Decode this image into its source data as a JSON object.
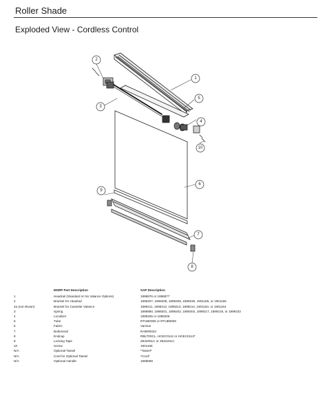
{
  "header": {
    "title": "Roller Shade",
    "subtitle": "Exploded View - Cordless Control"
  },
  "diagram": {
    "callouts": [
      "1",
      "2",
      "3",
      "4",
      "5",
      "6",
      "7",
      "8",
      "9",
      "10"
    ]
  },
  "parts_table": {
    "headers": [
      "",
      "MSRP Part Description",
      "SAP Description"
    ],
    "rows": [
      [
        "1",
        "Headrail (Standard or No Valance Options)",
        "1898876 or 1898877"
      ],
      [
        "2",
        "Bracket for Headrail",
        "1899207, 1899208, 1899209, 1899230, 1901165, or 1901166"
      ],
      [
        "2a (not shown)",
        "Bracket for Cassette Valance",
        "1899211, 1899212, 1899213, 1899214, 1901163, or 1901164"
      ],
      [
        "3",
        "Spring",
        "1898880, 1899201, 1899202, 1899204, 1899217, 1899218, or 1899233"
      ],
      [
        "4",
        "Localizer",
        "1899205 or 1899206"
      ],
      [
        "5",
        "Tube",
        "RTUB0005 or RTUB0006"
      ],
      [
        "6",
        "Fabric",
        "Various"
      ],
      [
        "7",
        "Bottomrail",
        "RABR0034"
      ],
      [
        "8",
        "Endcap",
        "RBLT00CL, HGEC0112 or HGEC0113*"
      ],
      [
        "9",
        "Locking Tape",
        "Z82200LC or Z82220LC"
      ],
      [
        "10",
        "Screw",
        "1901168"
      ],
      [
        "N/A",
        "Optional Tassel",
        "*Tassel*"
      ],
      [
        "N/A",
        "Cord for Optional Tassel",
        "*Cord*"
      ],
      [
        "N/A",
        "Optional Handle",
        "1858599"
      ]
    ]
  }
}
